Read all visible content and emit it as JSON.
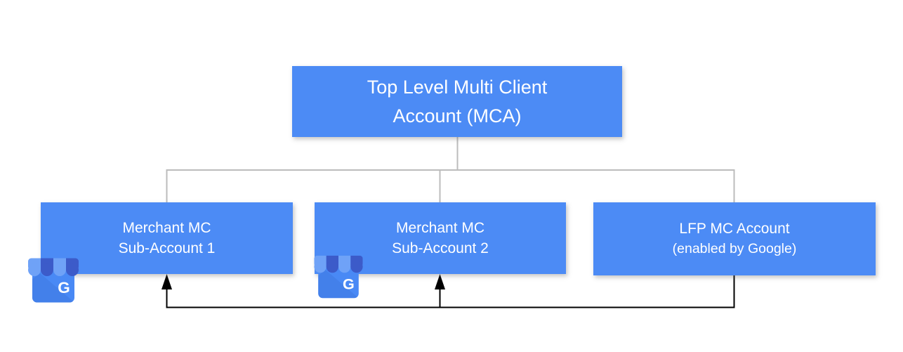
{
  "diagram": {
    "nodes": {
      "mca": {
        "line1": "Top Level Multi Client",
        "line2": "Account (MCA)"
      },
      "sub1": {
        "line1": "Merchant MC",
        "line2": "Sub-Account 1",
        "icon": "google-business-icon"
      },
      "sub2": {
        "line1": "Merchant MC",
        "line2": "Sub-Account 2",
        "icon": "google-business-icon"
      },
      "lfp": {
        "line1": "LFP MC Account",
        "line2": "(enabled by Google)"
      }
    },
    "icon_letter": "G"
  },
  "colors": {
    "background": "#FFFFFF",
    "node_fill": "#4C8BF5",
    "node_text": "#FFFFFF",
    "tree_line": "#BCBCBC",
    "arrow_line": "#000000",
    "icon_body": "#4989F5",
    "icon_awning_light": "#6FA2F7",
    "icon_awning_dark": "#3C5BC9",
    "icon_shade": "#3E78E0",
    "icon_letter": "#FFFFFF"
  }
}
